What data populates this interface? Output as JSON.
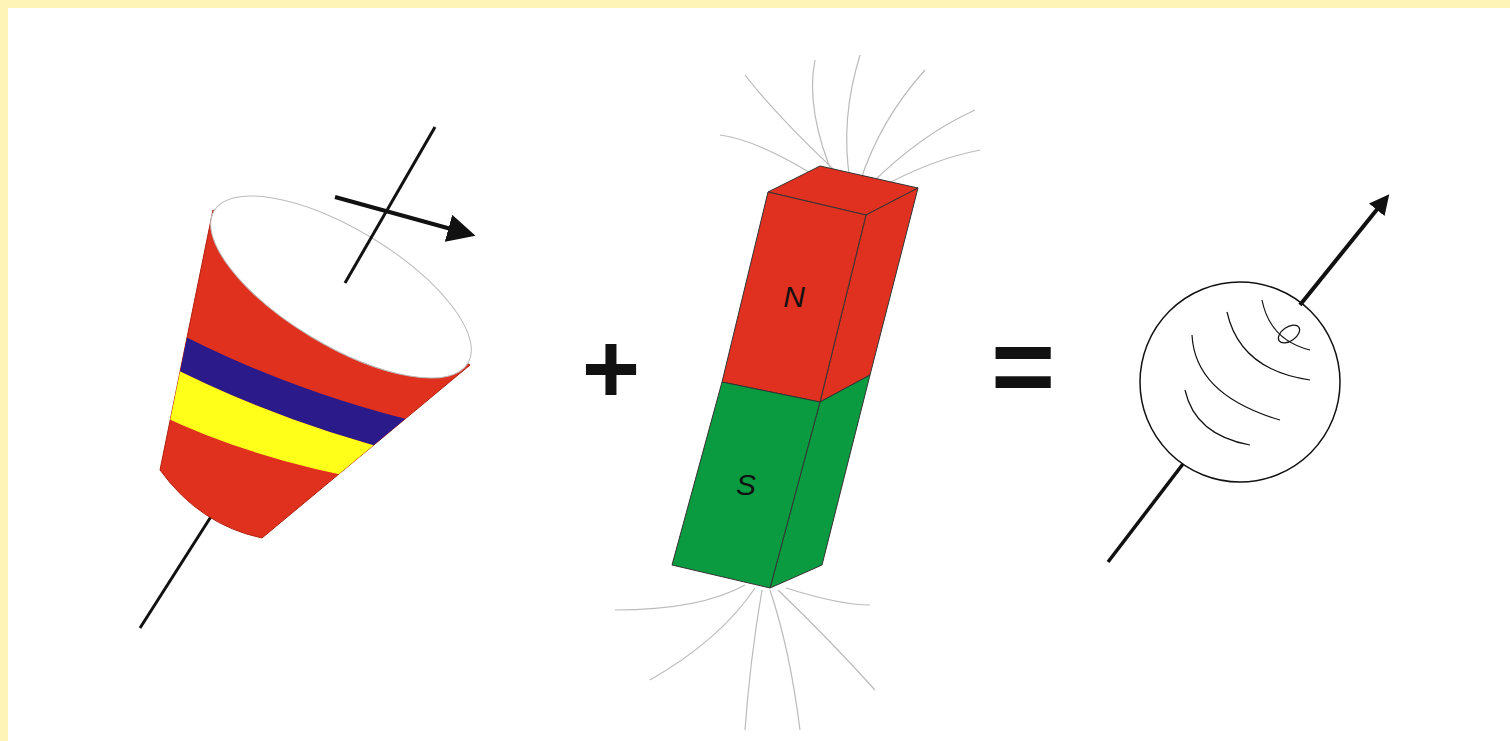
{
  "diagram": {
    "nodes": [
      {
        "text": [
          "N"
        ]
      },
      {
        "text": [
          "S"
        ]
      }
    ],
    "labels": [
      "+",
      "="
    ]
  }
}
